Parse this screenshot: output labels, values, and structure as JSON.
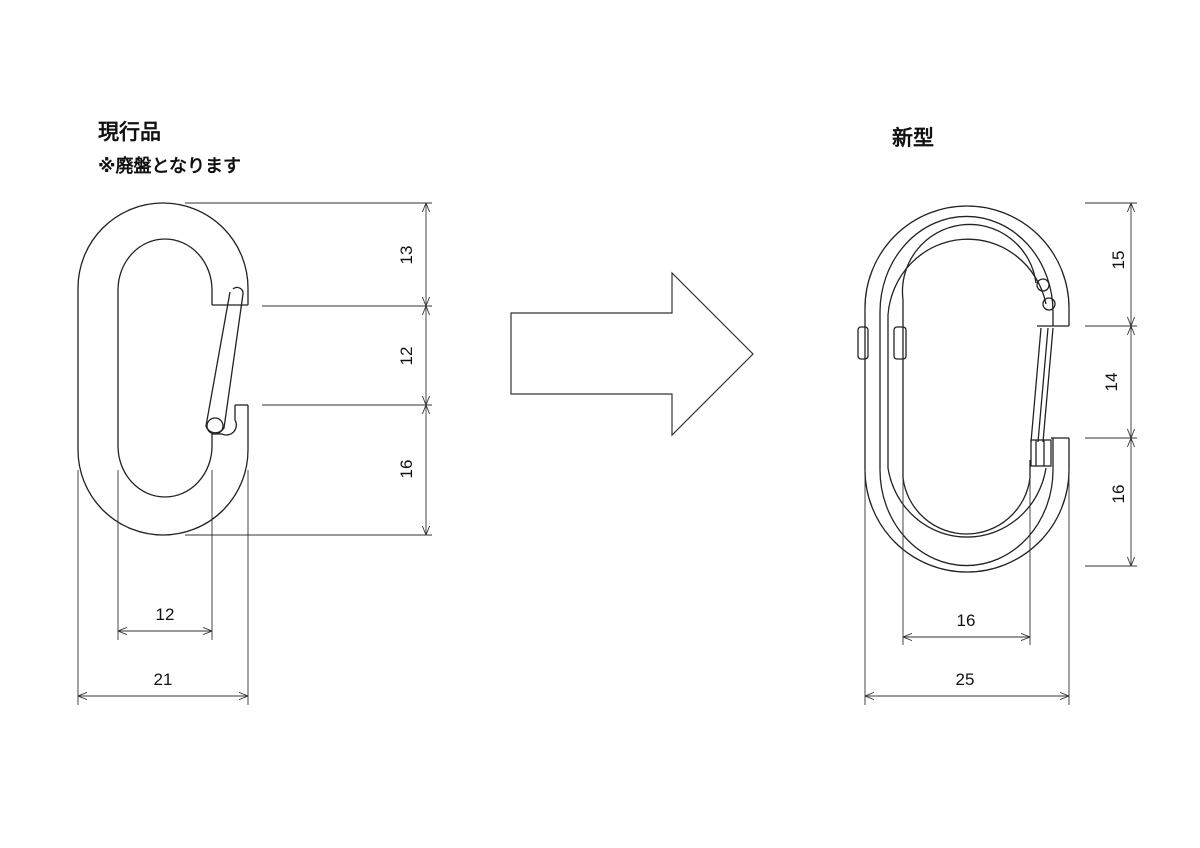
{
  "old_product": {
    "title": "現行品",
    "note": "※廃盤となります",
    "dims": {
      "top": "13",
      "gate": "12",
      "bottom": "16",
      "inner_width": "12",
      "outer_width": "21"
    }
  },
  "new_product": {
    "title": "新型",
    "dims": {
      "top": "15",
      "gate": "14",
      "bottom": "16",
      "inner_width": "16",
      "outer_width": "25"
    }
  }
}
